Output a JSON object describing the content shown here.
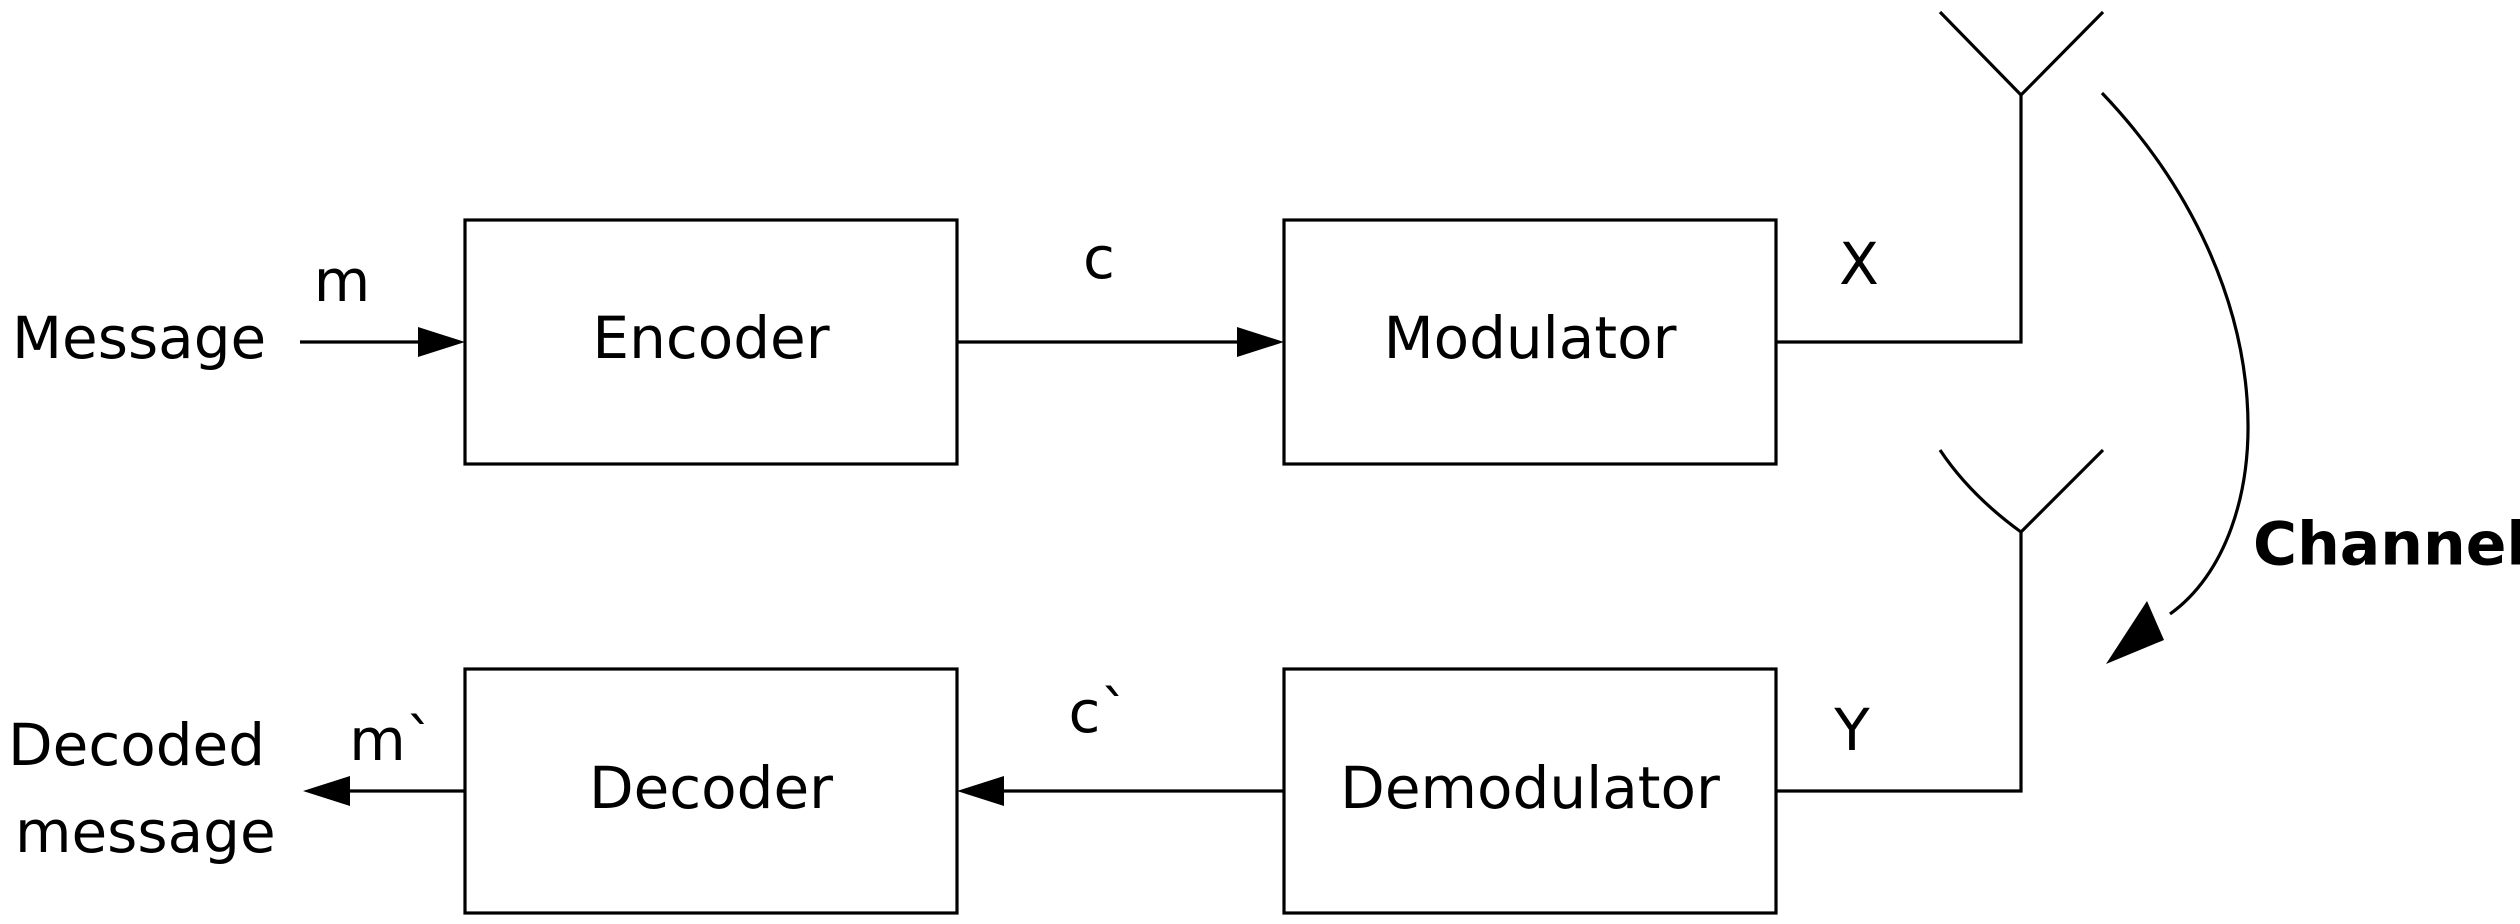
{
  "diagram": {
    "input_label": "Message",
    "output_label_line1": "Decoded",
    "output_label_line2": "message",
    "blocks": {
      "encoder": "Encoder",
      "modulator": "Modulator",
      "demodulator": "Demodulator",
      "decoder": "Decoder"
    },
    "signals": {
      "m": "m",
      "c": "c",
      "x": "X",
      "y": "Y",
      "c_prime": "c`",
      "m_prime": "m`"
    },
    "channel_label": "Channel"
  },
  "colors": {
    "line": "#000000",
    "background": "#ffffff"
  }
}
